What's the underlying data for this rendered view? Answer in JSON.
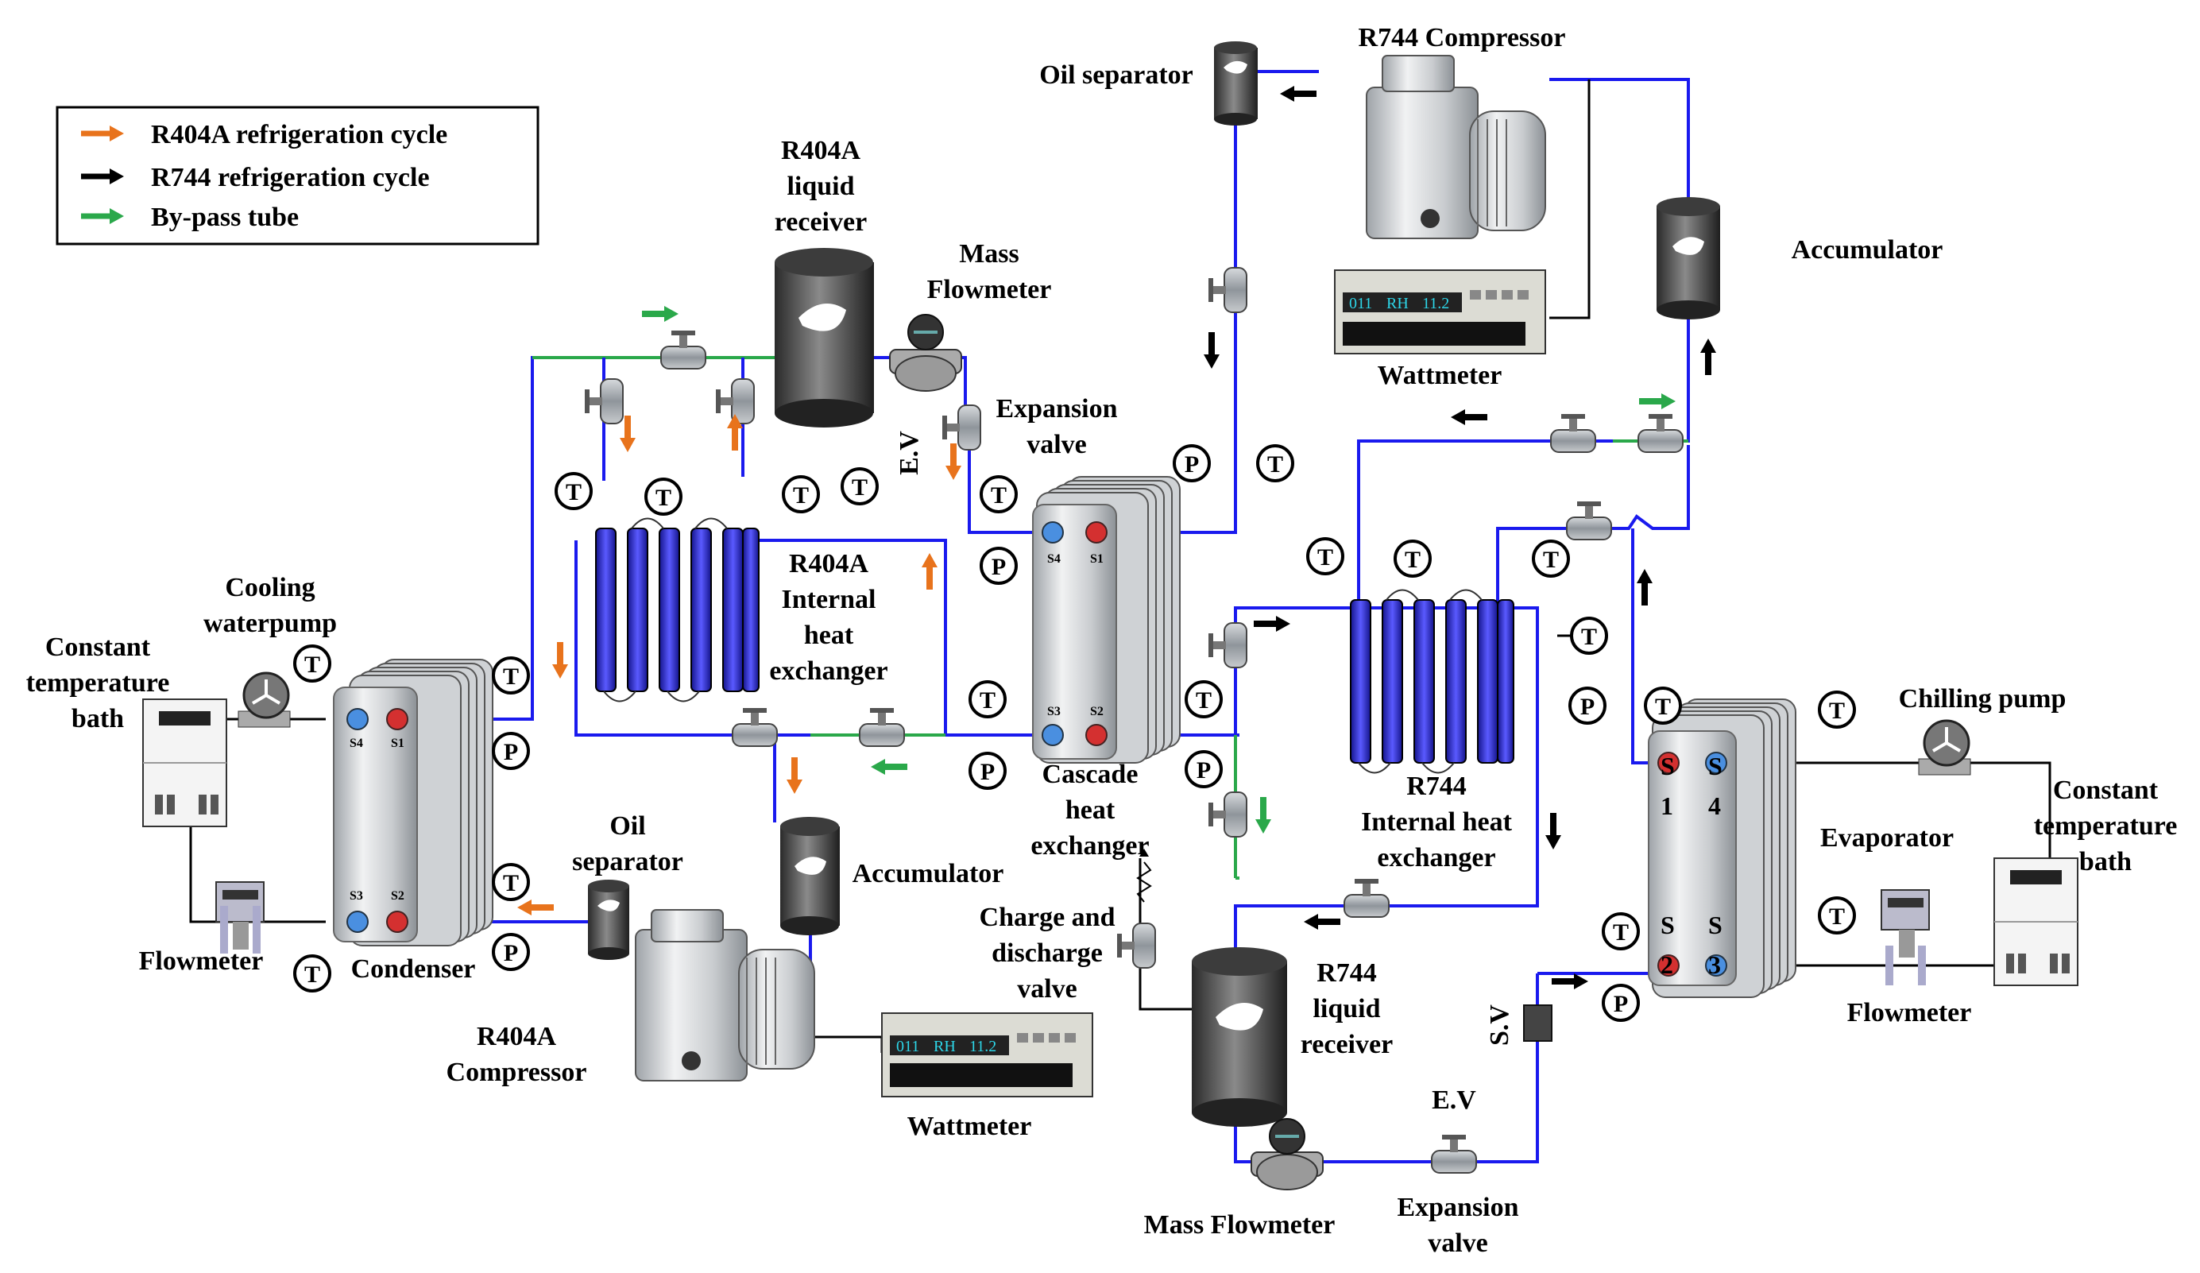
{
  "legend": {
    "items": [
      {
        "label": "R404A refrigeration cycle",
        "color": "#e8731c"
      },
      {
        "label": "R744 refrigeration cycle",
        "color": "#000000"
      },
      {
        "label": "By-pass tube",
        "color": "#2aa84a"
      }
    ]
  },
  "labels": {
    "r404a_liquid_receiver": [
      "R404A",
      "liquid",
      "receiver"
    ],
    "mass_flowmeter_top": [
      "Mass",
      "Flowmeter"
    ],
    "ev_top": "E.V",
    "expansion_valve_top": [
      "Expansion",
      "valve"
    ],
    "oil_separator_top": "Oil separator",
    "r744_compressor": "R744 Compressor",
    "wattmeter_top": "Wattmeter",
    "accumulator_right": "Accumulator",
    "cooling_waterpump": [
      "Cooling",
      "waterpump"
    ],
    "constant_temperature_bath_left": [
      "Constant",
      "temperature",
      "bath"
    ],
    "r404a_internal_heat_exchanger": [
      "R404A",
      "Internal",
      "heat",
      "exchanger"
    ],
    "cascade_heat_exchanger": [
      "Cascade",
      "heat",
      "exchanger"
    ],
    "r744_internal_heat_exchanger": [
      "R744",
      "Internal heat",
      "exchanger"
    ],
    "chilling_pump": "Chilling pump",
    "constant_temperature_bath_right": [
      "Constant",
      "temperature",
      "bath"
    ],
    "evaporator": "Evaporator",
    "flowmeter_left": "Flowmeter",
    "condenser": "Condenser",
    "oil_separator_left": [
      "Oil",
      "separator"
    ],
    "accumulator_mid": "Accumulator",
    "charge_discharge_valve": [
      "Charge and",
      "discharge",
      "valve"
    ],
    "r404a_compressor": [
      "R404A",
      "Compressor"
    ],
    "wattmeter_bottom": "Wattmeter",
    "r744_liquid_receiver": [
      "R744",
      "liquid",
      "receiver"
    ],
    "sv": "S.V",
    "ev_bottom": "E.V",
    "expansion_valve_bottom": [
      "Expansion",
      "valve"
    ],
    "mass_flowmeter_bottom": "Mass Flowmeter",
    "flowmeter_right": "Flowmeter"
  },
  "sensors": {
    "t": "T",
    "p": "P"
  },
  "wattmeter_display": {
    "a": "011",
    "b": "RH",
    "c": "11.2"
  },
  "ports": {
    "condenser": [
      "S4",
      "S1",
      "S3",
      "S2"
    ],
    "cascade": [
      "S4",
      "S1",
      "S3",
      "S2"
    ],
    "evaporator": [
      "S",
      "1",
      "S",
      "4",
      "S",
      "2",
      "S",
      "3"
    ]
  },
  "colors": {
    "r404a": "#e8731c",
    "r744": "#000000",
    "bypass": "#2aa84a",
    "pipe": "#1a1aee"
  }
}
